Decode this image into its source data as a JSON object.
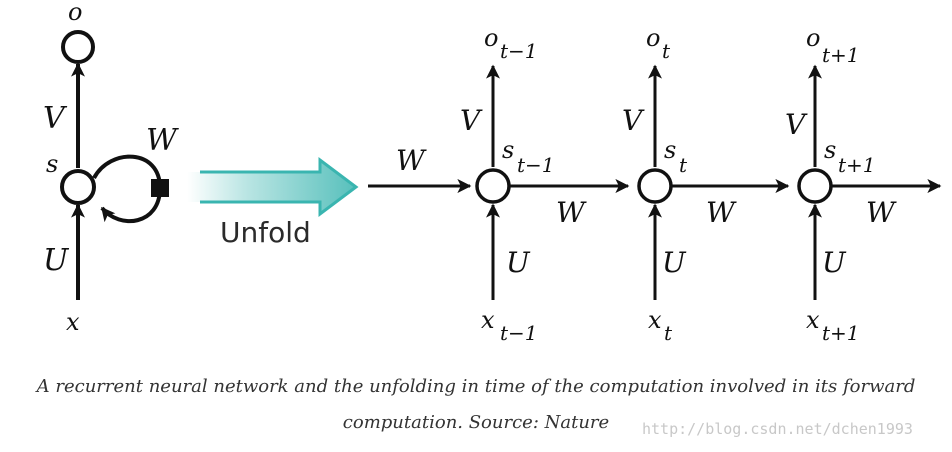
{
  "diagram": {
    "rolled": {
      "output": "o",
      "output_weight": "V",
      "state": "s",
      "recurrent_weight": "W",
      "input_weight": "U",
      "input": "x"
    },
    "unfold_label": "Unfold",
    "unfold_arrow_color": "#3ab5b0",
    "incoming_weight": "W",
    "steps": [
      {
        "output": "o",
        "output_sub": "t−1",
        "state": "s",
        "state_sub": "t−1",
        "input": "x",
        "input_sub": "t−1",
        "V": "V",
        "U": "U",
        "W": "W"
      },
      {
        "output": "o",
        "output_sub": "t",
        "state": "s",
        "state_sub": "t",
        "input": "x",
        "input_sub": "t",
        "V": "V",
        "U": "U",
        "W": "W"
      },
      {
        "output": "o",
        "output_sub": "t+1",
        "state": "s",
        "state_sub": "t+1",
        "input": "x",
        "input_sub": "t+1",
        "V": "V",
        "U": "U",
        "W": "W"
      }
    ]
  },
  "caption": {
    "line1": "A recurrent neural network and the unfolding in time of the computation involved in its forward",
    "line2": "computation. Source: Nature"
  },
  "watermark": "http://blog.csdn.net/dchen1993"
}
